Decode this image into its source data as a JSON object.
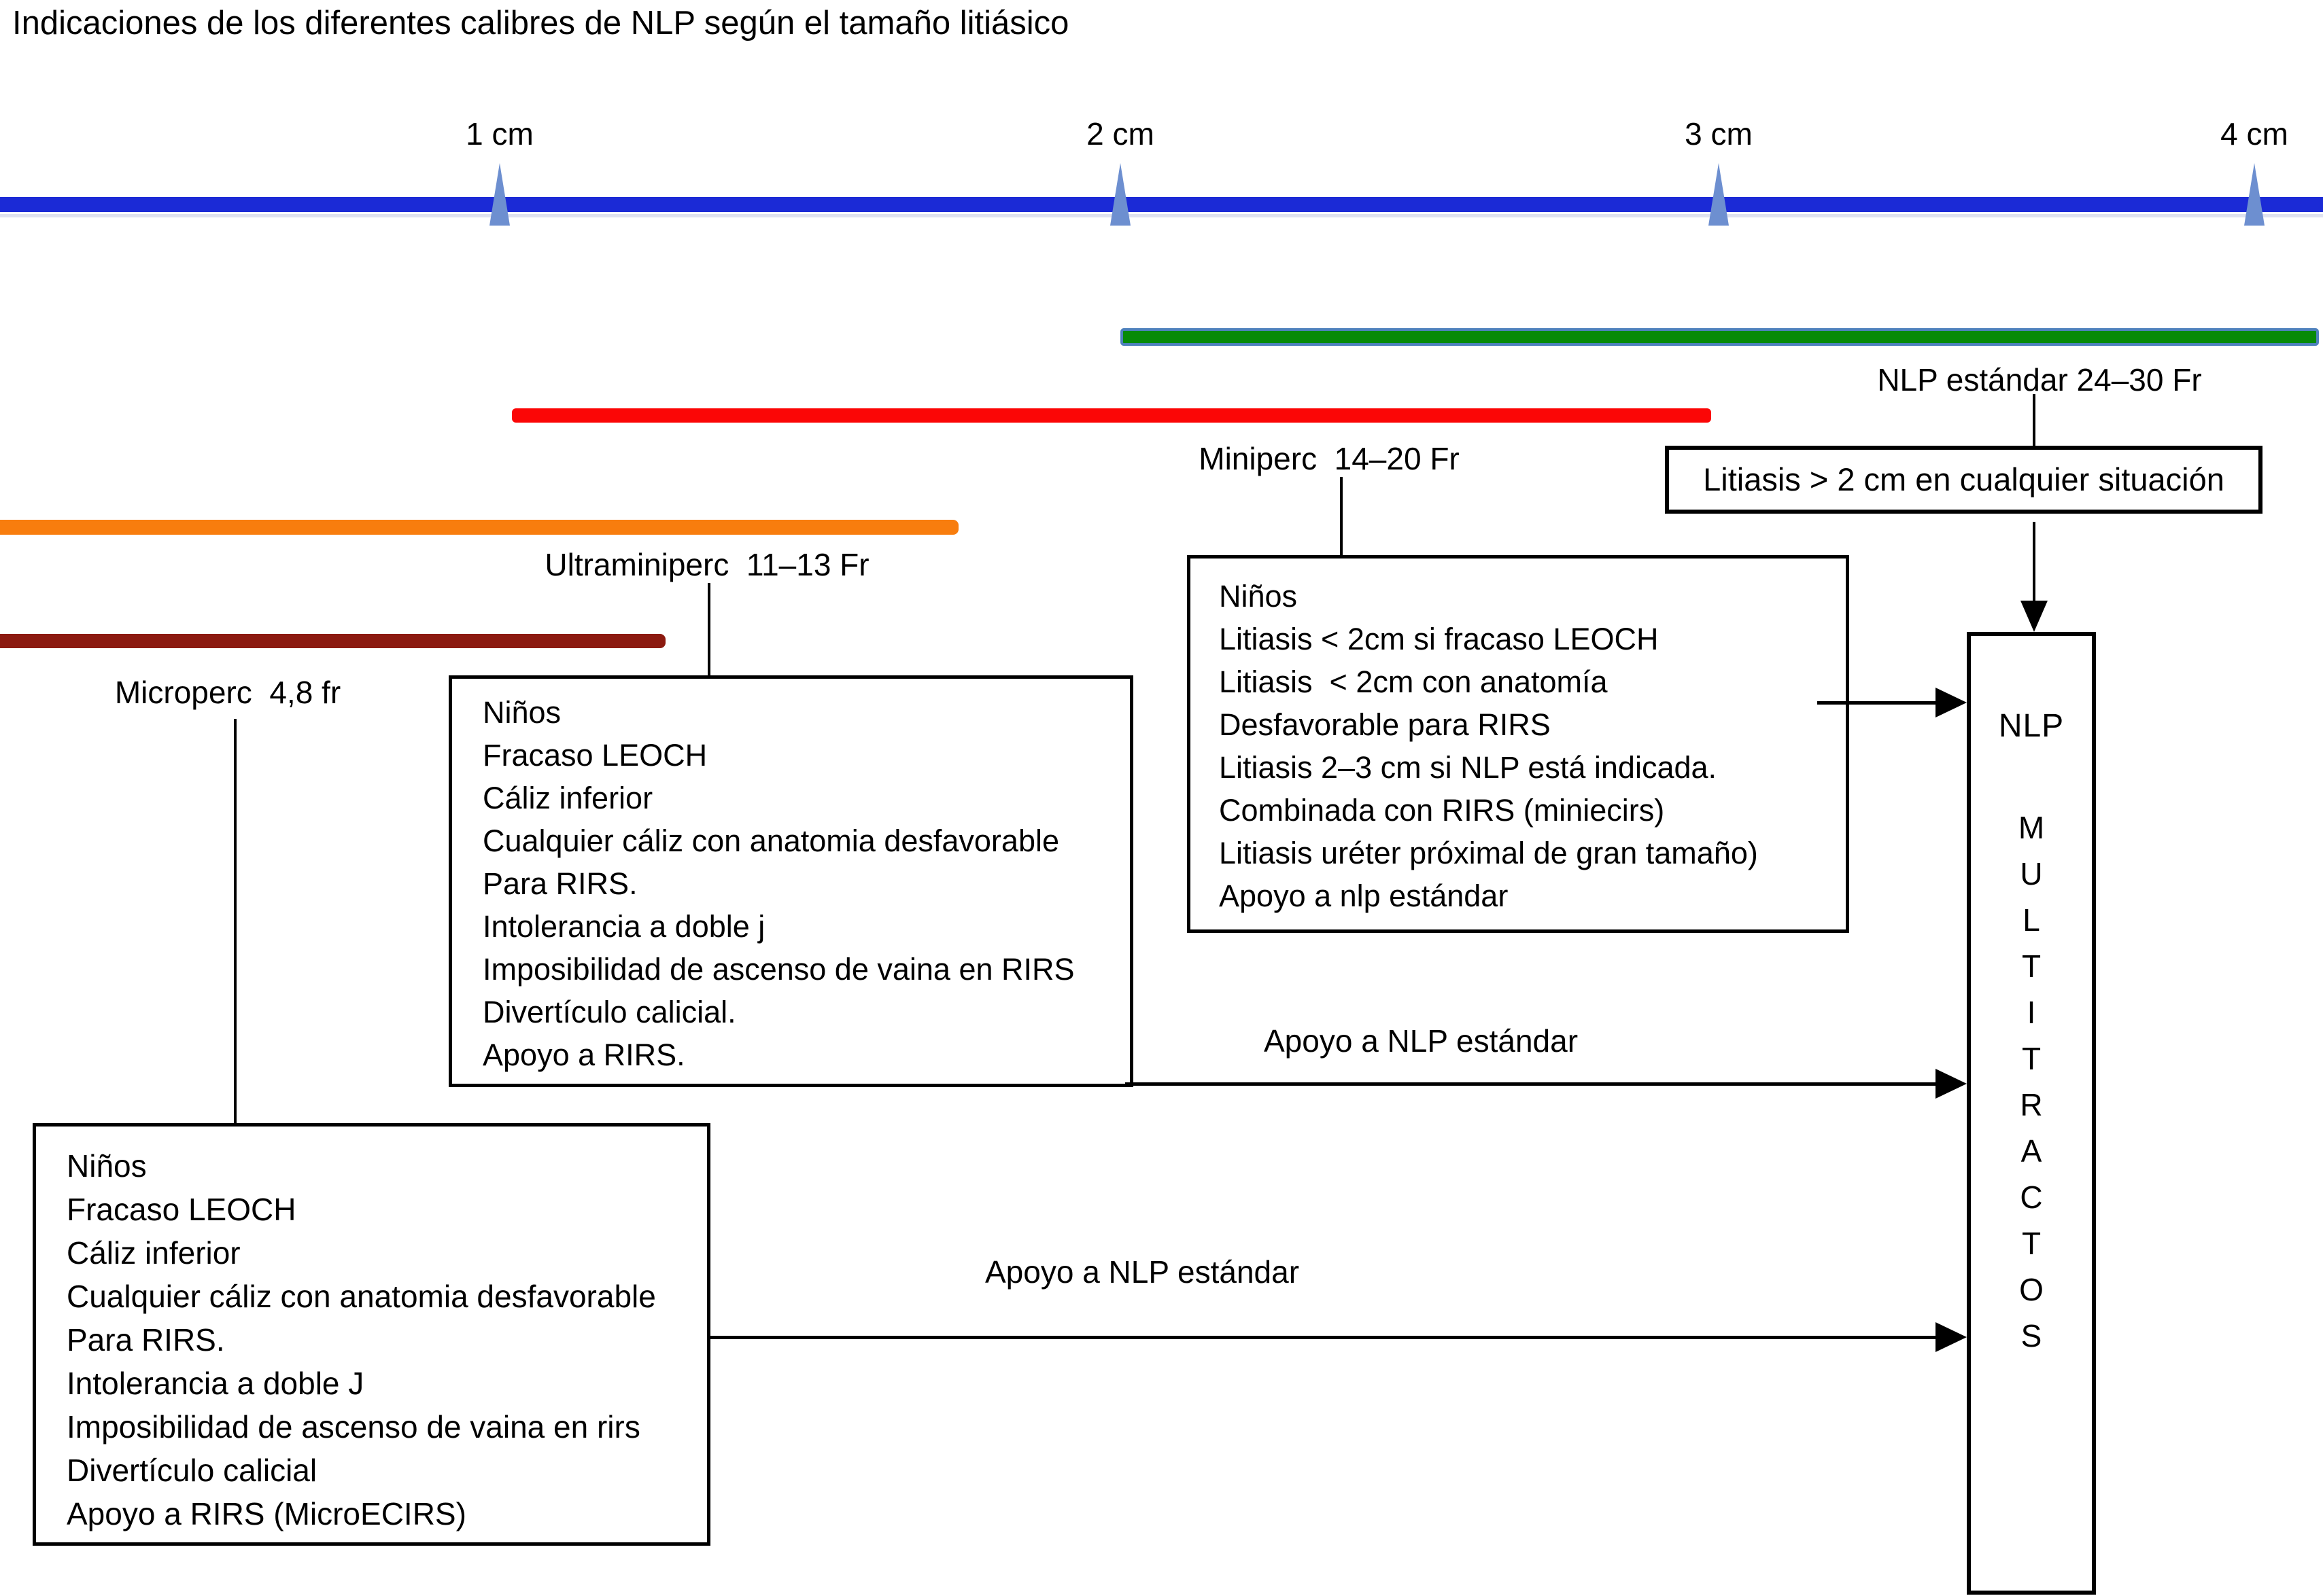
{
  "title": "Indicaciones de los diferentes calibres de NLP según el tamaño litiásico",
  "ruler": {
    "bar_color": "#1b2ad6",
    "tick_color": "#6d8fd0",
    "ticks": [
      {
        "label": "1 cm"
      },
      {
        "label": "2 cm"
      },
      {
        "label": "3 cm"
      },
      {
        "label": "4 cm"
      }
    ]
  },
  "bars": {
    "nlp_estandar": {
      "label": "NLP estándar 24–30 Fr",
      "color": "#078a07",
      "border_color": "#4f81bd"
    },
    "miniperc": {
      "label": "Miniperc  14–20 Fr",
      "color": "#fb0606"
    },
    "ultraminiperc": {
      "label": "Ultraminiperc  11–13 Fr",
      "color": "#f87d0e"
    },
    "microperc": {
      "label": "Microperc  4,8 fr",
      "color": "#8c1a10"
    }
  },
  "litiasis_box": {
    "text": "Litiasis > 2 cm en cualquier situación"
  },
  "miniperc_box": {
    "lines": [
      "Niños",
      "Litiasis < 2cm si fracaso LEOCH",
      "Litiasis  < 2cm con anatomía",
      "Desfavorable para RIRS",
      "Litiasis 2–3 cm si NLP está indicada.",
      "Combinada con RIRS (miniecirs)",
      "Litiasis uréter próximal de gran tamaño)",
      "Apoyo a nlp estándar"
    ]
  },
  "ultraminiperc_box": {
    "lines": [
      "Niños",
      "Fracaso LEOCH",
      "Cáliz inferior",
      "Cualquier cáliz con anatomia desfavorable",
      "Para RIRS.",
      "Intolerancia a doble j",
      "Imposibilidad de ascenso de vaina en RIRS",
      "Divertículo calicial.",
      "Apoyo a RIRS."
    ]
  },
  "microperc_box": {
    "lines": [
      "Niños",
      "Fracaso LEOCH",
      "Cáliz inferior",
      "Cualquier cáliz con anatomia desfavorable",
      "Para RIRS.",
      "Intolerancia a doble J",
      "Imposibilidad de ascenso de vaina en rirs",
      "Divertículo calicial",
      "Apoyo a RIRS (MicroECIRS)"
    ]
  },
  "nlp_box": {
    "title": "NLP",
    "letters": [
      "M",
      "U",
      "L",
      "T",
      "I",
      "T",
      "R",
      "A",
      "C",
      "T",
      "O",
      "S"
    ]
  },
  "arrow_labels": {
    "apoyo_1": "Apoyo a NLP estándar",
    "apoyo_2": "Apoyo a NLP estándar"
  }
}
